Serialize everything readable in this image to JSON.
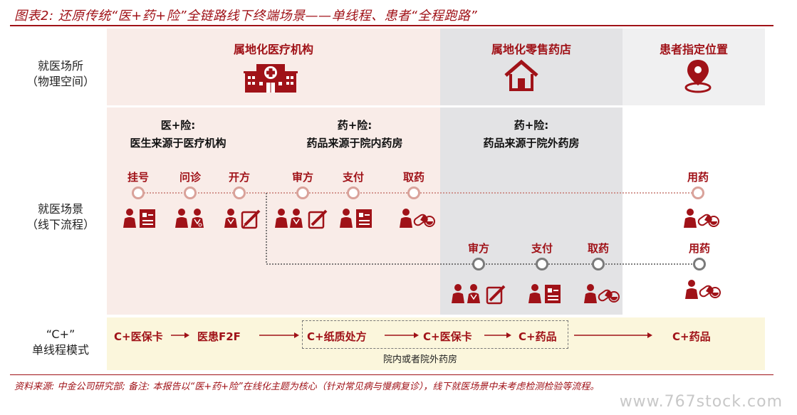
{
  "title": "图表2: 还原传统“医+药+险”全链路线下终端场景——单线程、患者“全程跑路”",
  "row_labels": {
    "space_line1": "就医场所",
    "space_line2": "（物理空间）",
    "scene_line1": "就医场景",
    "scene_line2": "（线下流程）",
    "mode_line1": "“C+”",
    "mode_line2": "单线程模式"
  },
  "headers": {
    "hospital": "属地化医疗机构",
    "pharmacy": "属地化零售药店",
    "patient": "患者指定位置"
  },
  "blocks": {
    "b1_line1": "医+险:",
    "b1_line2": "医生来源于医疗机构",
    "b2_line1": "药+险:",
    "b2_line2": "药品来源于院内药房",
    "b3_line1": "药+险:",
    "b3_line2": "药品来源于院外药房"
  },
  "steps_top": [
    "挂号",
    "问诊",
    "开方",
    "审方",
    "支付",
    "取药",
    "用药"
  ],
  "steps_bottom": [
    "审方",
    "支付",
    "取药",
    "用药"
  ],
  "flow": {
    "f1": "C+医保卡",
    "f2": "医患F2F",
    "f3": "C+纸质处方",
    "f4": "C+医保卡",
    "f5": "C+药品",
    "f6": "C+药品",
    "box_note": "院内或者院外药房"
  },
  "footer": "资料来源: 中金公司研究部; 备注: 本报告以“医+药+险”在线化主题为核心（针对常见病与慢病复诊），线下就医场景中未考虑检测检验等流程。",
  "watermark": "www.767stock.com",
  "colors": {
    "accent": "#a01218",
    "pink_bg": "#f9ece8",
    "gray_bg": "#e3e3e5",
    "cream_bg": "#fbf6dc",
    "node_pink": "#d9a29a",
    "node_gray": "#7a7a7a"
  },
  "icons": [
    "hospital-icon",
    "house-icon",
    "location-pin-icon",
    "patient-icon",
    "doctor-icon",
    "form-icon",
    "pen-paper-icon",
    "pills-icon"
  ]
}
